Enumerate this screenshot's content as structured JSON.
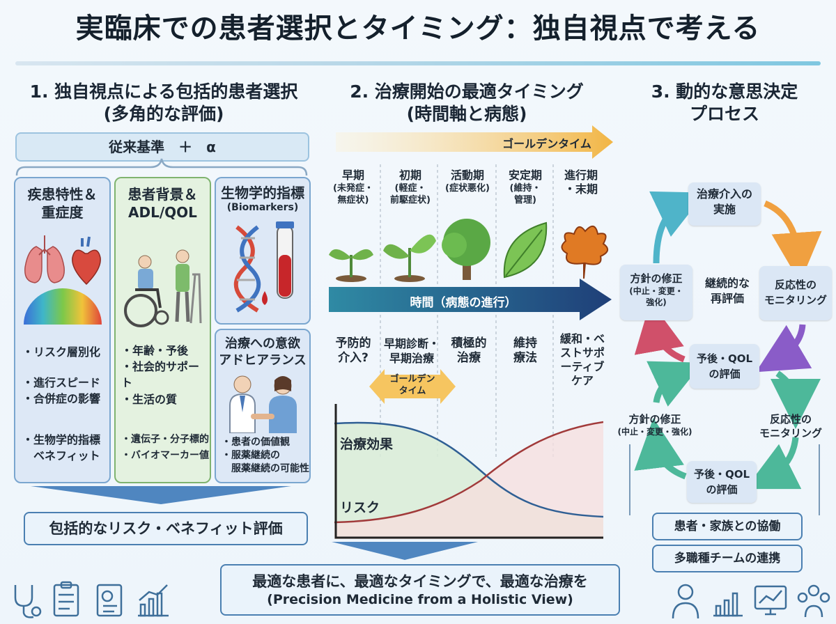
{
  "title": "実臨床での患者選択とタイミング：独自視点で考える",
  "section1": {
    "heading": "1. 独自視点による包括的患者選択\n(多角的な評価)",
    "base_label": "従来基準　＋　α",
    "col1": {
      "title": "疾患特性＆\n重症度",
      "bullets": [
        "・リスク層別化",
        "・進行スピード\n・合併症の影響",
        "・生物学的指標\n　ベネフィット"
      ]
    },
    "col2": {
      "title": "患者背景＆\nADL/QOL",
      "bullets": [
        "・年齢・予後\n・社会的サポート",
        "・生活の質",
        "・遺伝子・分子標的\n・バイオマーカー値"
      ]
    },
    "col3": {
      "title": "生物学的指標",
      "subtitle": "(Biomarkers)"
    },
    "col4": {
      "title": "治療への意欲\nアドヒアランス",
      "bullets": [
        "・患者の価値観\n・服薬継続の\n　服薬継続の可能性"
      ]
    },
    "result": "包括的なリスク・ベネフィット評価"
  },
  "section2": {
    "heading": "2. 治療開始の最適タイミング\n(時間軸と病態)",
    "golden_time": "ゴールデンタイム",
    "stages": [
      {
        "name": "早期",
        "sub": "(未発症・\n無症状)",
        "therapy": "予防的\n介入?"
      },
      {
        "name": "初期",
        "sub": "(軽症・\n前駆症状)",
        "therapy": "早期診断・\n早期治療"
      },
      {
        "name": "活動期",
        "sub": "(症状悪化)",
        "therapy": "積極的\n治療"
      },
      {
        "name": "安定期",
        "sub": "(維持・\n管理)",
        "therapy": "維持\n療法"
      },
      {
        "name": "進行期\n・末期",
        "sub": "",
        "therapy": "緩和・ベ\nストサポ\nーティブ\nケア"
      }
    ],
    "time_axis": "時間（病態の進行）",
    "golden_badge": "ゴールデン\nタイム",
    "curve_efficacy": "治療効果",
    "curve_risk": "リスク"
  },
  "section3": {
    "heading": "3. 動的な意思決定\nプロセス",
    "cycle": {
      "top": "治療介入の\n実施",
      "right": "反応性の\nモニタリング",
      "bottom": "予後・QOL\nの評価",
      "left": "方針の修正",
      "left_sub": "(中止・変更・\n強化)",
      "center": "継続的な\n再評価"
    },
    "cycle2": {
      "left": "方針の修正",
      "left_sub": "(中止・変更・強化)",
      "right": "反応性の\nモニタリング",
      "bottom": "予後・QOL\nの評価"
    },
    "collab1": "患者・家族との協働",
    "collab2": "多職種チームの連携"
  },
  "footer": {
    "line1": "最適な患者に、最適なタイミングで、最適な治療を",
    "line2": "(Precision Medicine from a Holistic View)"
  },
  "colors": {
    "accent_blue": "#2f5f94",
    "gold": "#f0b84a",
    "green_col": "#e4f2e0",
    "blue_col": "#dde8f6",
    "efficacy_fill": "#d9ecd6",
    "risk_fill": "#f7dede"
  }
}
